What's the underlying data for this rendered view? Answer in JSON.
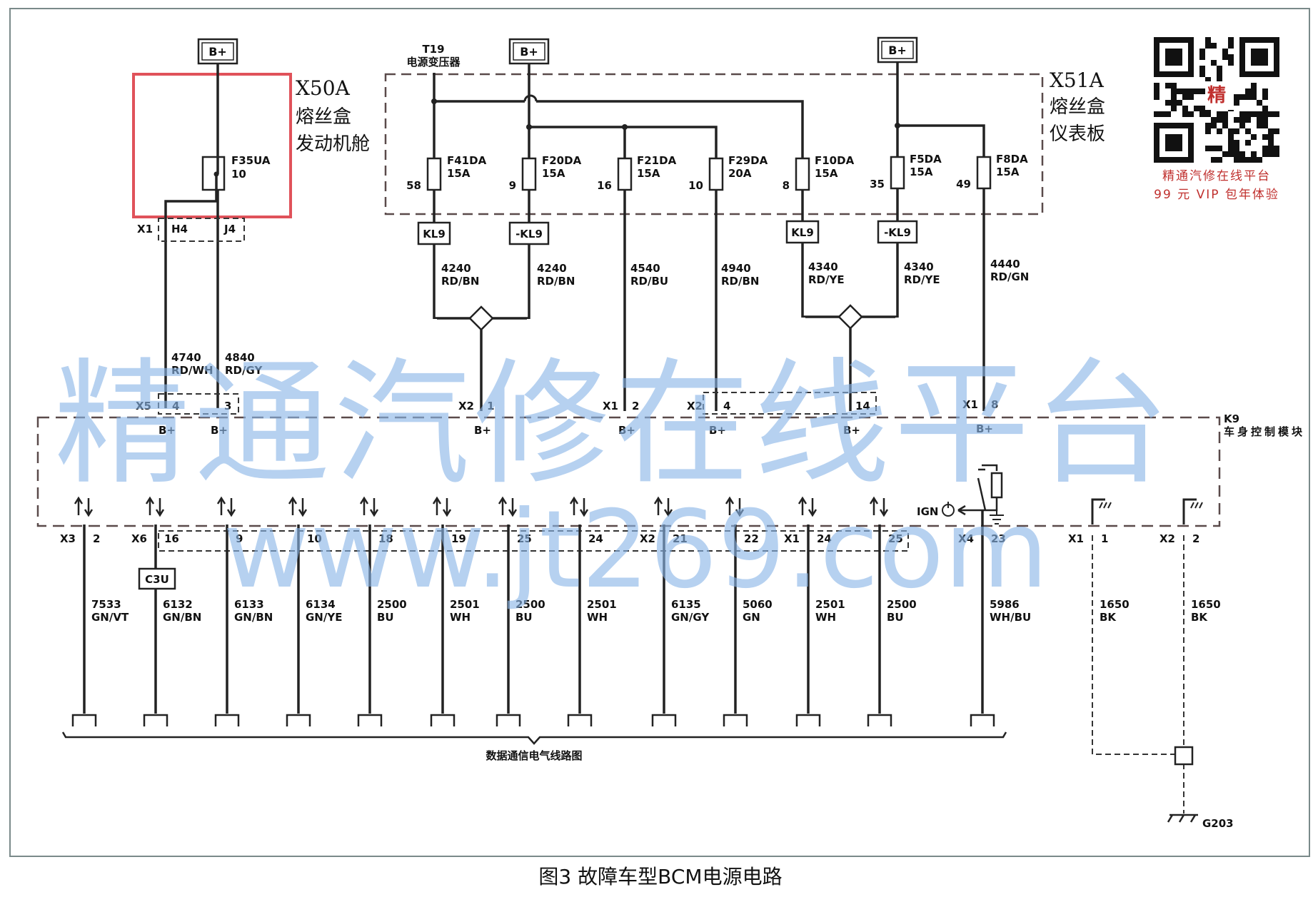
{
  "watermark": {
    "text1": "精通汽修在线平台",
    "text2": "www.jt269.com"
  },
  "promo": {
    "line1": "精通汽修在线平台",
    "line2": "99 元 VIP 包年体验",
    "qr_mark": "精"
  },
  "caption": "图3 故障车型BCM电源电路",
  "battery_label": "B+",
  "fuse_box_engine": {
    "id": "X50A",
    "name1": "熔丝盒",
    "name2": "发动机舱",
    "fuse": "F35UA",
    "fuse_amp": "10"
  },
  "fuse_box_dash": {
    "id": "X51A",
    "name1": "熔丝盒",
    "name2": "仪表板"
  },
  "t19": {
    "id": "T19",
    "name": "电源变压器"
  },
  "engine_conn": {
    "x1": "X1",
    "h4": "H4",
    "j4": "J4"
  },
  "fuses": [
    {
      "name": "F41DA",
      "amp": "15A",
      "pin": "58"
    },
    {
      "name": "F20DA",
      "amp": "15A",
      "pin": "9"
    },
    {
      "name": "F21DA",
      "amp": "15A",
      "pin": "16"
    },
    {
      "name": "F29DA",
      "amp": "20A",
      "pin": "10"
    },
    {
      "name": "F10DA",
      "amp": "15A",
      "pin": "8"
    },
    {
      "name": "F5DA",
      "amp": "15A",
      "pin": "35"
    },
    {
      "name": "F8DA",
      "amp": "15A",
      "pin": "49"
    }
  ],
  "kl9": [
    "KL9",
    "-KL9",
    "KL9",
    "-KL9"
  ],
  "upper_wires": [
    {
      "num": "4240",
      "color": "RD/BN"
    },
    {
      "num": "4240",
      "color": "RD/BN"
    },
    {
      "num": "4540",
      "color": "RD/BU"
    },
    {
      "num": "4940",
      "color": "RD/BN"
    },
    {
      "num": "4340",
      "color": "RD/YE"
    },
    {
      "num": "4340",
      "color": "RD/YE"
    },
    {
      "num": "4440",
      "color": "RD/GN"
    },
    {
      "num": "4740",
      "color": "RD/WH"
    },
    {
      "num": "4840",
      "color": "RD/GY"
    }
  ],
  "bcm": {
    "id": "K9",
    "name": "车身控制模块",
    "ign": "IGN"
  },
  "bcm_top_pins": [
    {
      "conn": "X5",
      "pin": "4",
      "label": "B+"
    },
    {
      "conn": "",
      "pin": "3",
      "label": "B+"
    },
    {
      "conn": "X2",
      "pin": "1",
      "label": "B+"
    },
    {
      "conn": "X1",
      "pin": "2",
      "label": "B+"
    },
    {
      "conn": "X2",
      "pin": "4",
      "label": "B+"
    },
    {
      "conn": "",
      "pin": "14",
      "label": "B+"
    },
    {
      "conn": "X1",
      "pin": "8",
      "label": "B+"
    }
  ],
  "bottom_pins": [
    {
      "conn": "X3",
      "pin": "2",
      "num": "7533",
      "color": "GN/VT"
    },
    {
      "conn": "X6",
      "pin": "16",
      "num": "6132",
      "color": "GN/BN"
    },
    {
      "conn": "",
      "pin": "9",
      "num": "6133",
      "color": "GN/BN"
    },
    {
      "conn": "",
      "pin": "10",
      "num": "6134",
      "color": "GN/YE"
    },
    {
      "conn": "",
      "pin": "18",
      "num": "2500",
      "color": "BU"
    },
    {
      "conn": "",
      "pin": "19",
      "num": "2501",
      "color": "WH"
    },
    {
      "conn": "",
      "pin": "25",
      "num": "2500",
      "color": "BU"
    },
    {
      "conn": "",
      "pin": "24",
      "num": "2501",
      "color": "WH"
    },
    {
      "conn": "X2",
      "pin": "21",
      "num": "6135",
      "color": "GN/GY"
    },
    {
      "conn": "",
      "pin": "22",
      "num": "5060",
      "color": "GN"
    },
    {
      "conn": "X1",
      "pin": "24",
      "num": "2501",
      "color": "WH"
    },
    {
      "conn": "",
      "pin": "25",
      "num": "2500",
      "color": "BU"
    },
    {
      "conn": "X4",
      "pin": "23",
      "num": "5986",
      "color": "WH/BU"
    },
    {
      "conn": "X1",
      "pin": "1",
      "num": "1650",
      "color": "BK"
    },
    {
      "conn": "X2",
      "pin": "2",
      "num": "1650",
      "color": "BK"
    }
  ],
  "c3u": "C3U",
  "data_comm": "数据通信电气线路图",
  "ground": "G203"
}
